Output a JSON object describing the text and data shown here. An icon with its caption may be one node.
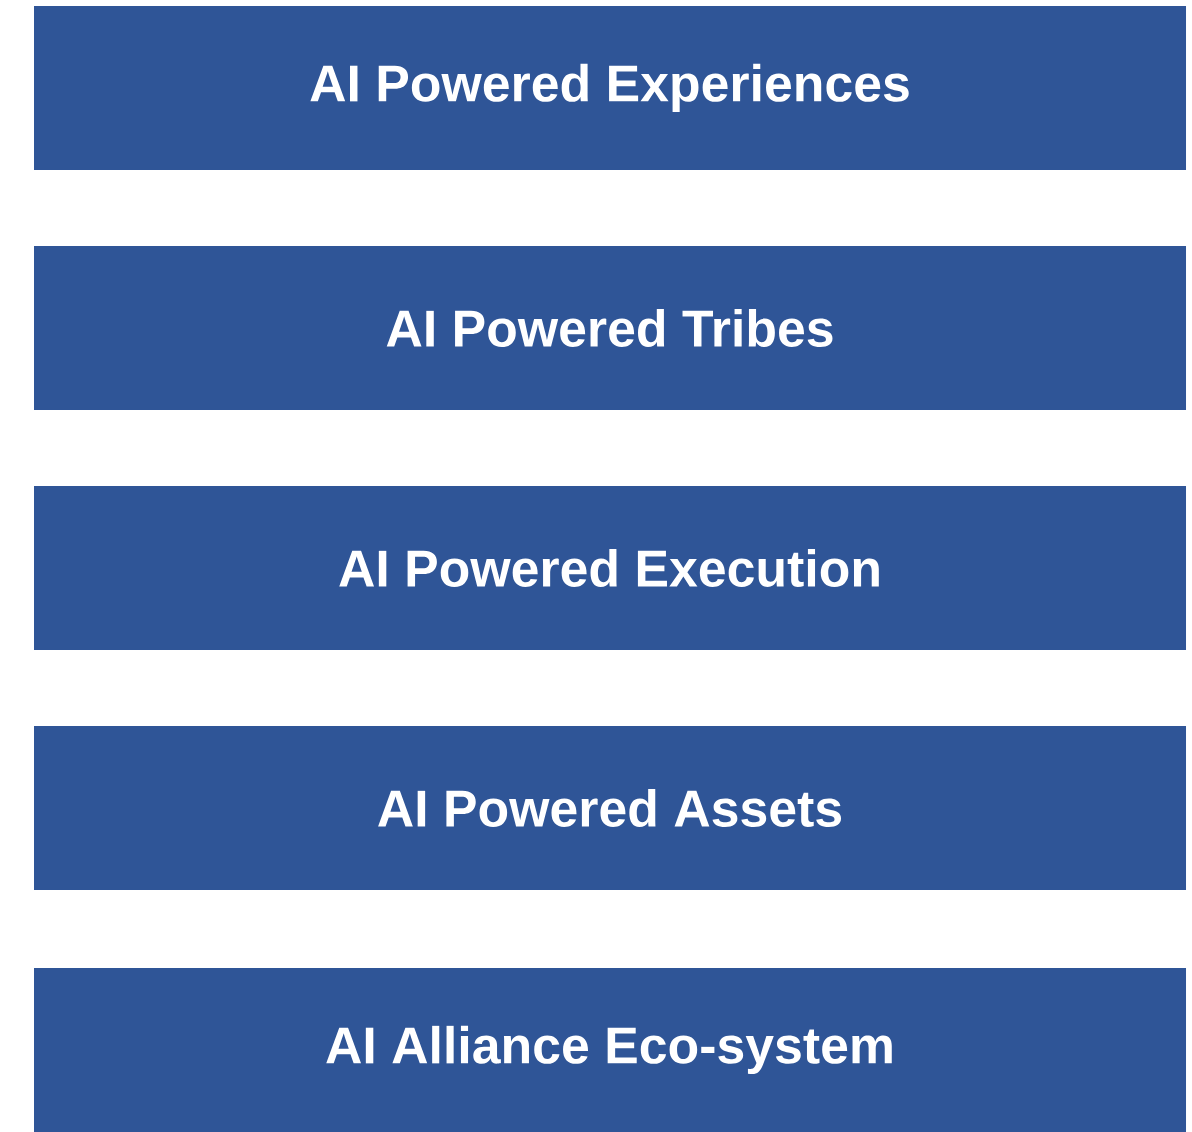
{
  "diagram": {
    "nodes": [
      {
        "text": [
          "AI Powered Experiences"
        ]
      },
      {
        "text": [
          "AI Powered Tribes"
        ]
      },
      {
        "text": [
          "AI Powered Execution"
        ]
      },
      {
        "text": [
          "AI Powered Assets"
        ]
      },
      {
        "text": [
          "AI Alliance Eco-system"
        ]
      }
    ]
  }
}
